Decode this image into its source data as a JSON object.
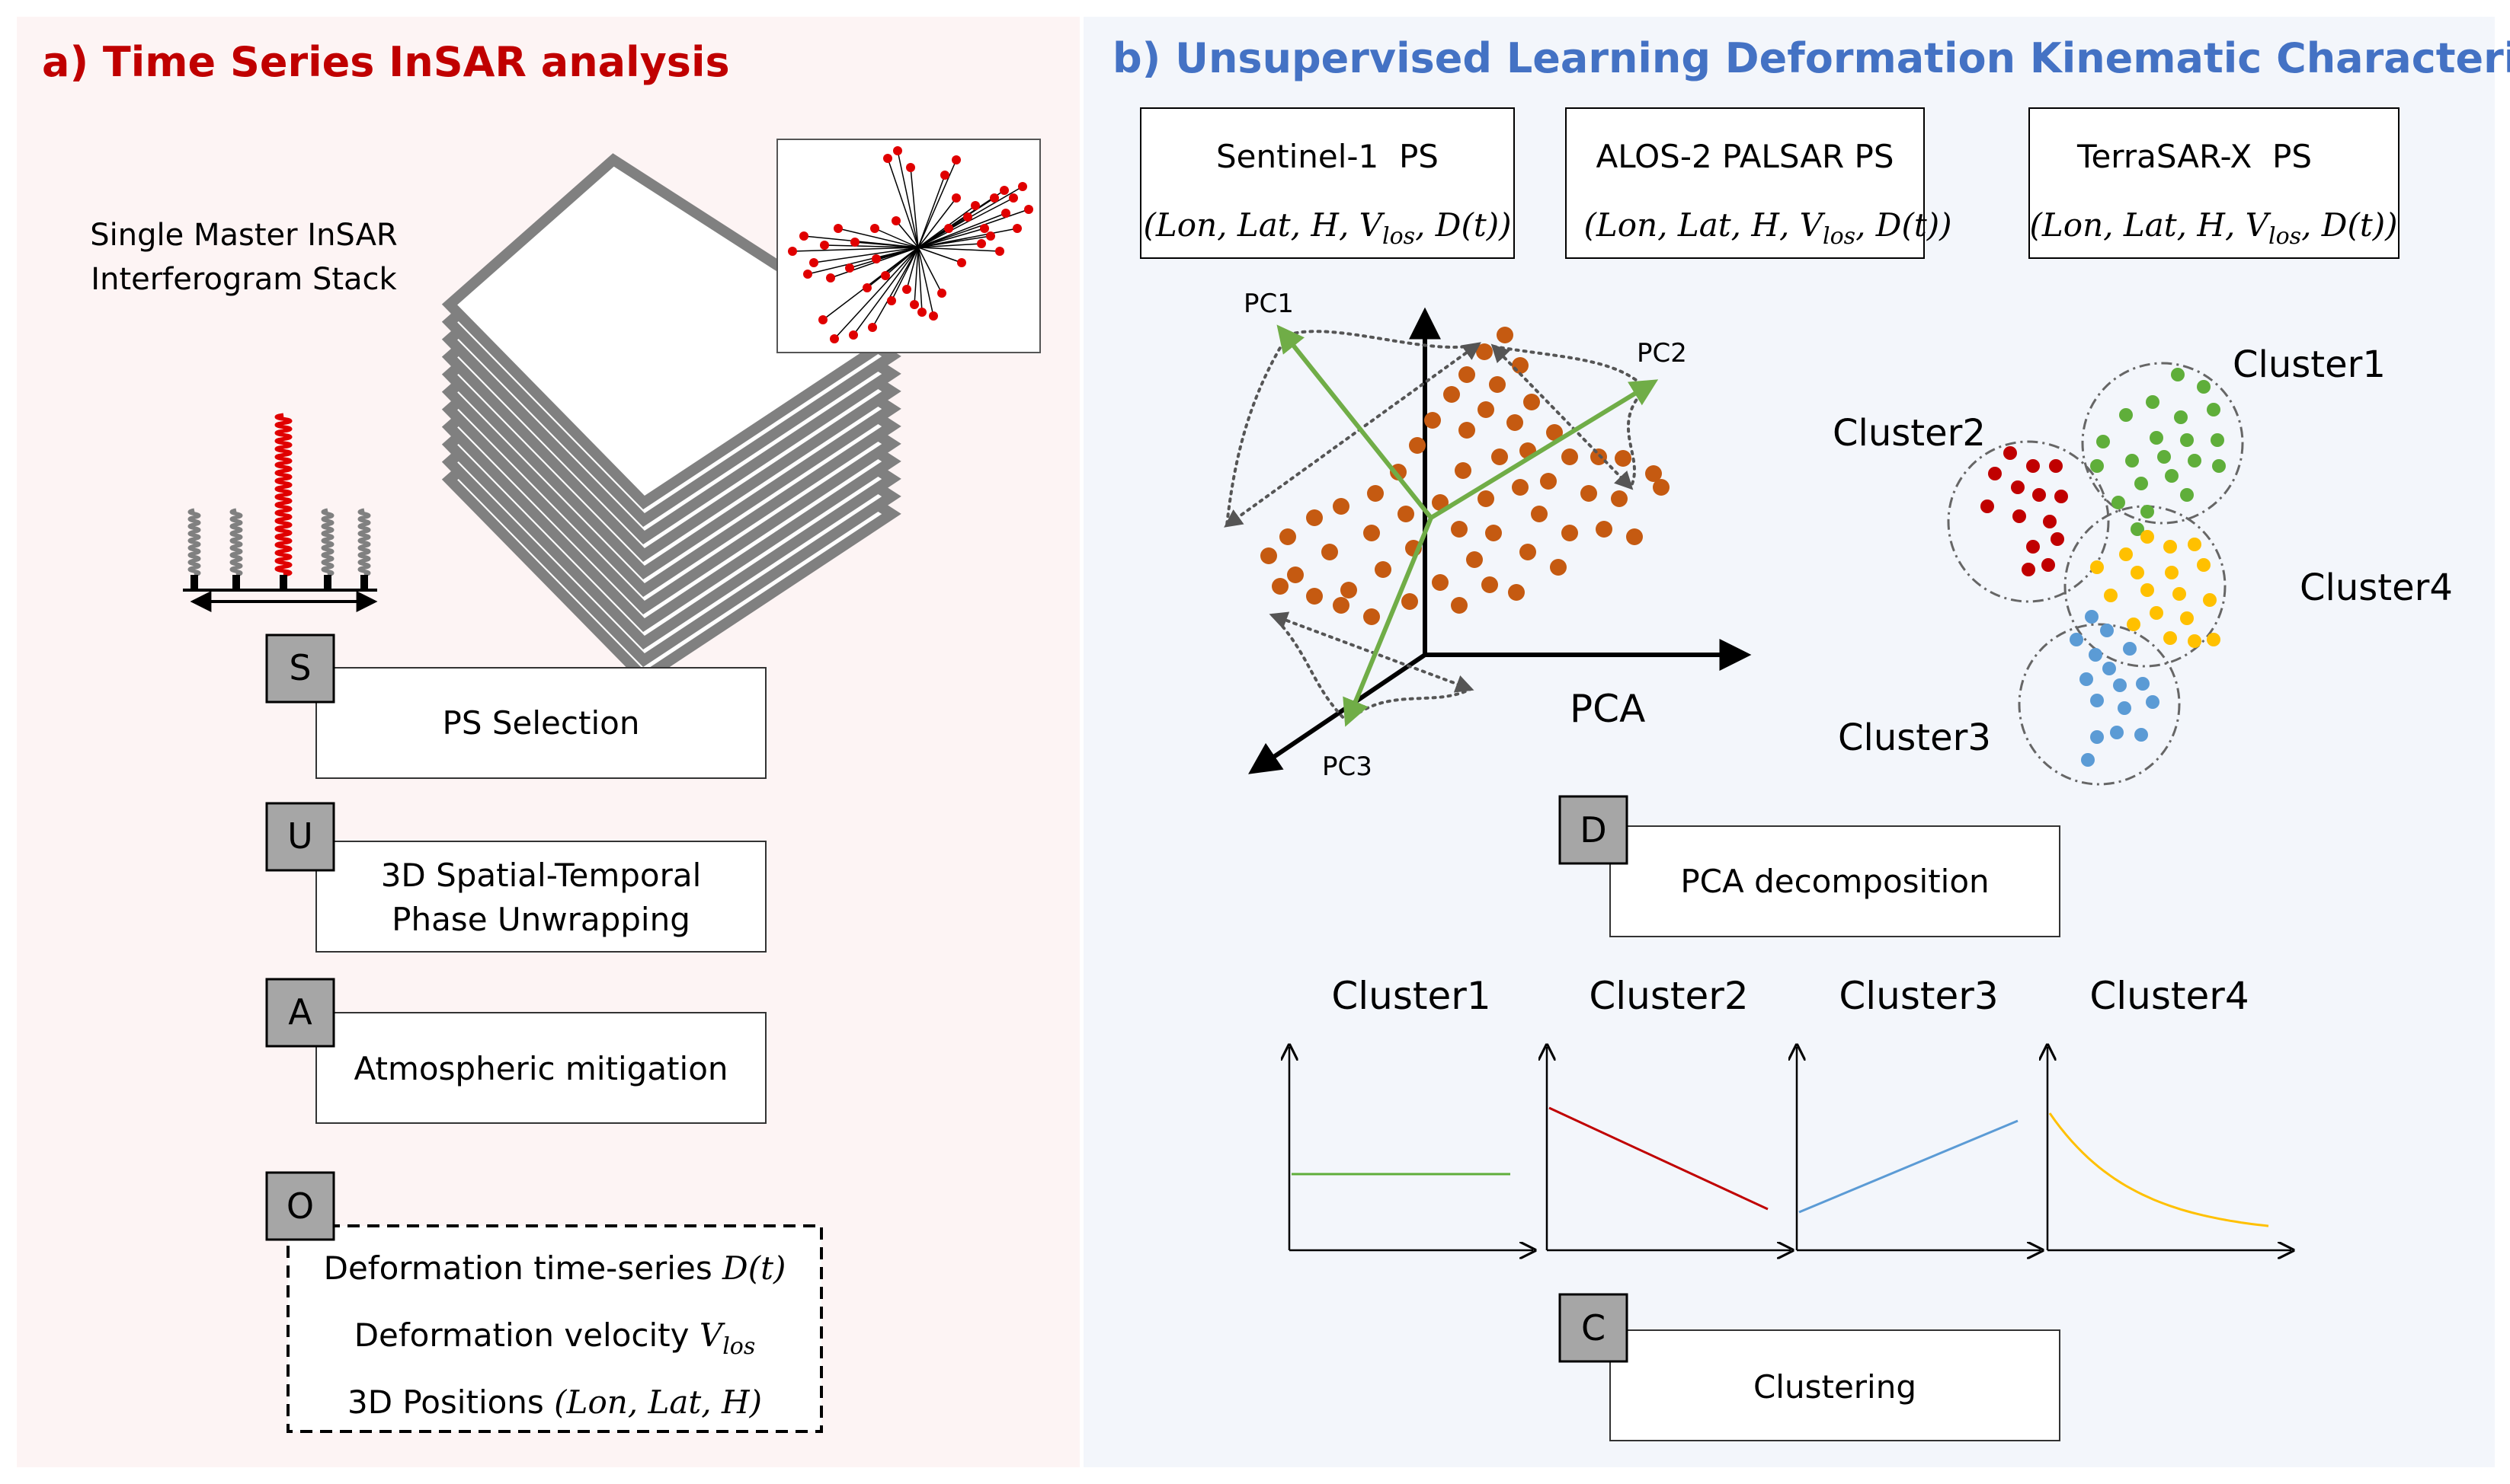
{
  "colors": {
    "panel_a_bg": "#fdf4f4",
    "panel_b_bg": "#f3f6fb",
    "title_a": "#c00000",
    "title_b": "#4472c4",
    "box_fill": "#a6a6a6",
    "pca_point": "#c55a11",
    "pca_axis": "#70ad47",
    "cluster1": "#5fae3a",
    "cluster2": "#c00000",
    "cluster3": "#5b9bd5",
    "cluster4": "#ffc000"
  },
  "panel_a": {
    "title": "a) Time Series InSAR analysis",
    "stack_caption_line1": "Single Master InSAR",
    "stack_caption_line2": "Interferogram Stack",
    "steps": [
      {
        "letter": "S",
        "lines": [
          "PS Selection"
        ]
      },
      {
        "letter": "U",
        "lines": [
          "3D Spatial-Temporal",
          "Phase Unwrapping"
        ]
      },
      {
        "letter": "A",
        "lines": [
          "Atmospheric mitigation"
        ]
      }
    ],
    "output": {
      "letter": "O",
      "line1_text": "Deformation time-series ",
      "line1_math": "D(t)",
      "line2_text": "Deformation velocity ",
      "line2_math": "V",
      "line2_sub": "los",
      "line3_text": "3D Positions ",
      "line3_math": "(Lon, Lat, H)"
    }
  },
  "panel_b": {
    "title": "b) Unsupervised Learning Deformation Kinematic Characteristics",
    "sensors": [
      {
        "name": "Sentinel-1  PS"
      },
      {
        "name": "ALOS-2 PALSAR PS"
      },
      {
        "name": "TerraSAR-X  PS"
      }
    ],
    "sensor_tuple": "(Lon, Lat, H, V",
    "sensor_tuple_sub": "los",
    "sensor_tuple_tail": ", D(t))",
    "pca": {
      "label": "PCA",
      "pc1": "PC1",
      "pc2": "PC2",
      "pc3": "PC3"
    },
    "clusters": [
      "Cluster1",
      "Cluster2",
      "Cluster3",
      "Cluster4"
    ],
    "step_d": {
      "letter": "D",
      "label": "PCA decomposition"
    },
    "step_c": {
      "letter": "C",
      "label": "Clustering"
    },
    "trend_titles": [
      "Cluster1",
      "Cluster2",
      "Cluster3",
      "Cluster4"
    ],
    "trend_shapes": [
      "flat",
      "linear-decrease",
      "linear-increase",
      "exponential-decay"
    ]
  }
}
